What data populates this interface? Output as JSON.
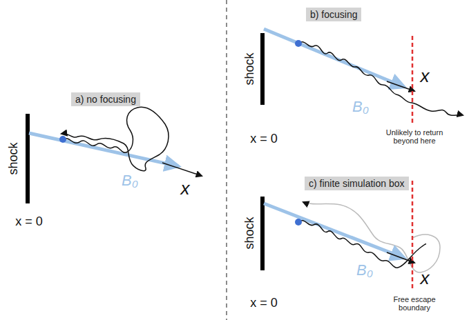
{
  "diagram": {
    "nodes": [
      {
        "text": [
          "a) no focusing"
        ]
      },
      {
        "text": [
          "b) focusing"
        ]
      },
      {
        "text": [
          "c) finite simulation box"
        ]
      }
    ],
    "labels": [
      "shock",
      "x = 0",
      "B₀",
      "x",
      "shock",
      "x = 0",
      "B₀",
      "x",
      "Unlikely to return beyond here",
      "shock",
      "x = 0",
      "B₀",
      "x",
      "Free escape boundary"
    ]
  }
}
